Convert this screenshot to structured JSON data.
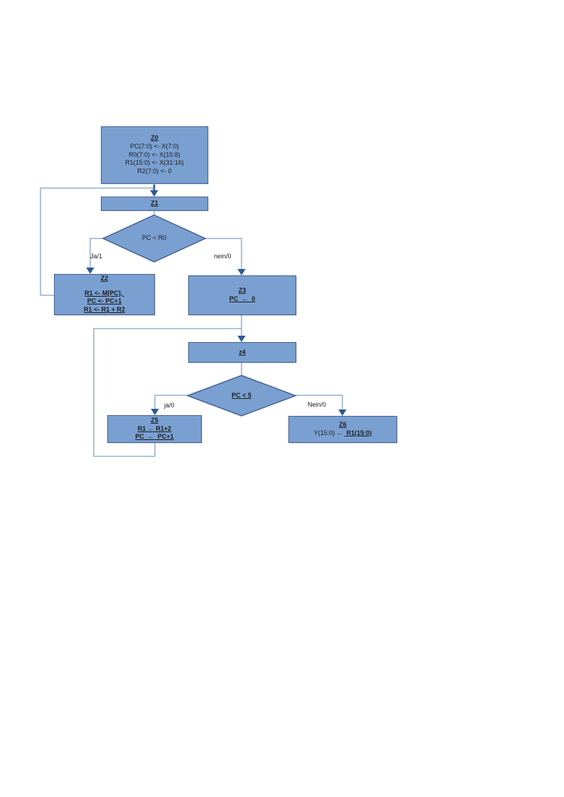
{
  "colors": {
    "shape_fill": "#7aa0d2",
    "shape_border": "#44618e",
    "connector_line": "#85a0c3",
    "arrow": "#2d5a97",
    "text": "#1c1c1c",
    "page_background": "#ffffff"
  },
  "nodes": {
    "z0": {
      "title": "Z0",
      "lines": [
        "PC(7:0) <- X(7:0)",
        "R0(7:0) <- X(15:8)",
        "R1(15:0) <- X(31:16)",
        "R2(7:0) <- 0"
      ]
    },
    "z1": {
      "title": "Z1"
    },
    "d1": {
      "label": "PC < R0"
    },
    "z2": {
      "title": "Z2",
      "lines": [
        "R1 <- M[PC], ",
        "PC <- PC+1",
        "R1 <- R1 + R2"
      ]
    },
    "z3": {
      "title": "Z3",
      "lines": [
        "PC  ←  0"
      ]
    },
    "z4": {
      "title": "z4"
    },
    "d2": {
      "label": "PC < 5"
    },
    "z5": {
      "title": "Z5",
      "lines": [
        "R1 ← R1+2",
        "PC  ←  PC+1"
      ]
    },
    "z6": {
      "title": "Z6",
      "line_prefix": "Y(15:0) ← ",
      "line_emph": " R1(15:0)"
    }
  },
  "edge_labels": {
    "d1_yes": "Ja/1",
    "d1_no": "nein/0",
    "d2_yes": "ja/0",
    "d2_no": "Nein/0"
  }
}
